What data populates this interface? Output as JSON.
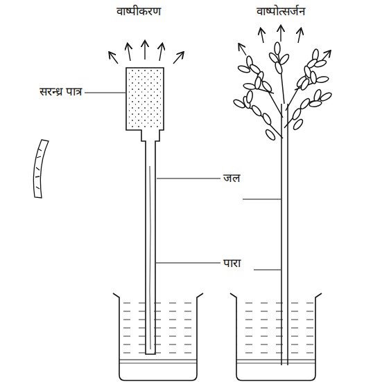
{
  "diagram": {
    "labels": [
      "वाष्पीकरण",
      "वाष्पोत्सर्जन",
      "सरन्ध्र पात्र",
      "जल",
      "पारा"
    ]
  }
}
